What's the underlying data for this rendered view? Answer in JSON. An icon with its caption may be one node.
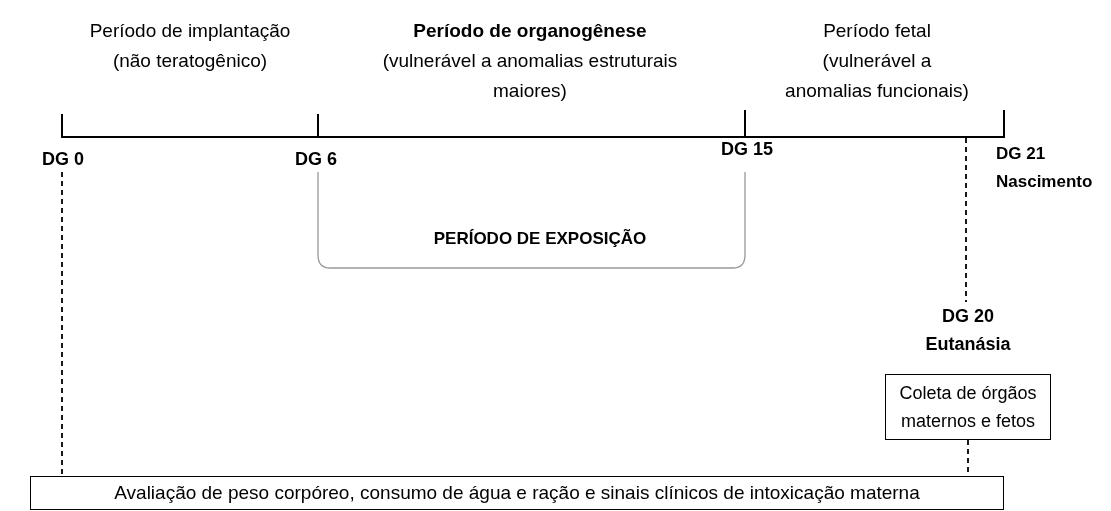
{
  "diagram": {
    "nodes": [
      {
        "text": [
          "DG 0"
        ]
      },
      {
        "text": [
          "DG 6"
        ]
      },
      {
        "text": [
          "DG 15"
        ]
      },
      {
        "text": [
          "DG 21",
          "Nascimento"
        ]
      },
      {
        "text": [
          "DG 20",
          "Eutanásia"
        ]
      },
      {
        "text": [
          "Coleta de órgãos maternos e fetos"
        ]
      },
      {
        "text": [
          "Avaliação de peso corpóreo, consumo de água e ração e sinais clínicos de intoxicação materna"
        ]
      }
    ],
    "edges": [
      {
        "from": 0,
        "to": 6,
        "arrow": "none",
        "style": "dashed"
      },
      {
        "from": null,
        "to": 4,
        "arrow": "none",
        "style": "dashed"
      },
      {
        "from": 5,
        "to": 6,
        "arrow": "none",
        "style": "dashed"
      }
    ],
    "labels": [
      "Período de implantação (não teratogênico)",
      "Período de organogênese",
      "(vulnerável a anomalias estruturais maiores)",
      "Período fetal (vulnerável a anomalias funcionais)",
      "PERÍODO DE EXPOSIÇÃO"
    ]
  }
}
